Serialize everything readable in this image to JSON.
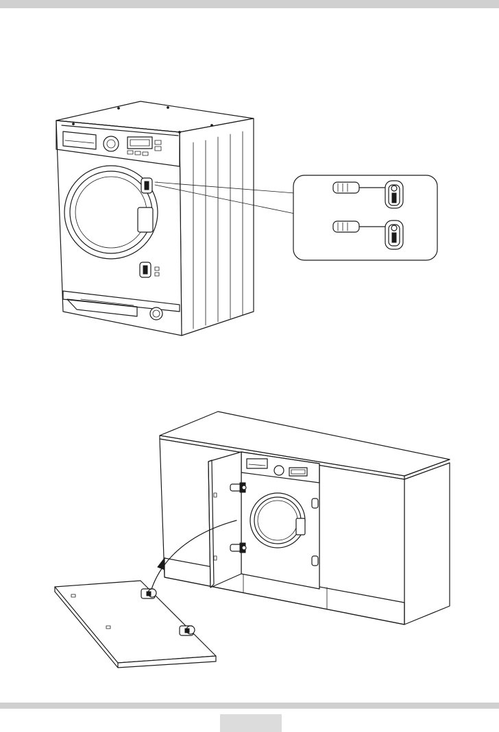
{
  "page": {
    "header_bar": "top-divider",
    "footer_bar": "bottom-divider",
    "page_number_box": ""
  },
  "figures": [
    {
      "id": "washer-hinge-adjustment",
      "icon": "washing-machine-with-screwdriver-detail"
    },
    {
      "id": "cabinet-door-installation",
      "icon": "cabinet-with-door-hinges"
    }
  ]
}
